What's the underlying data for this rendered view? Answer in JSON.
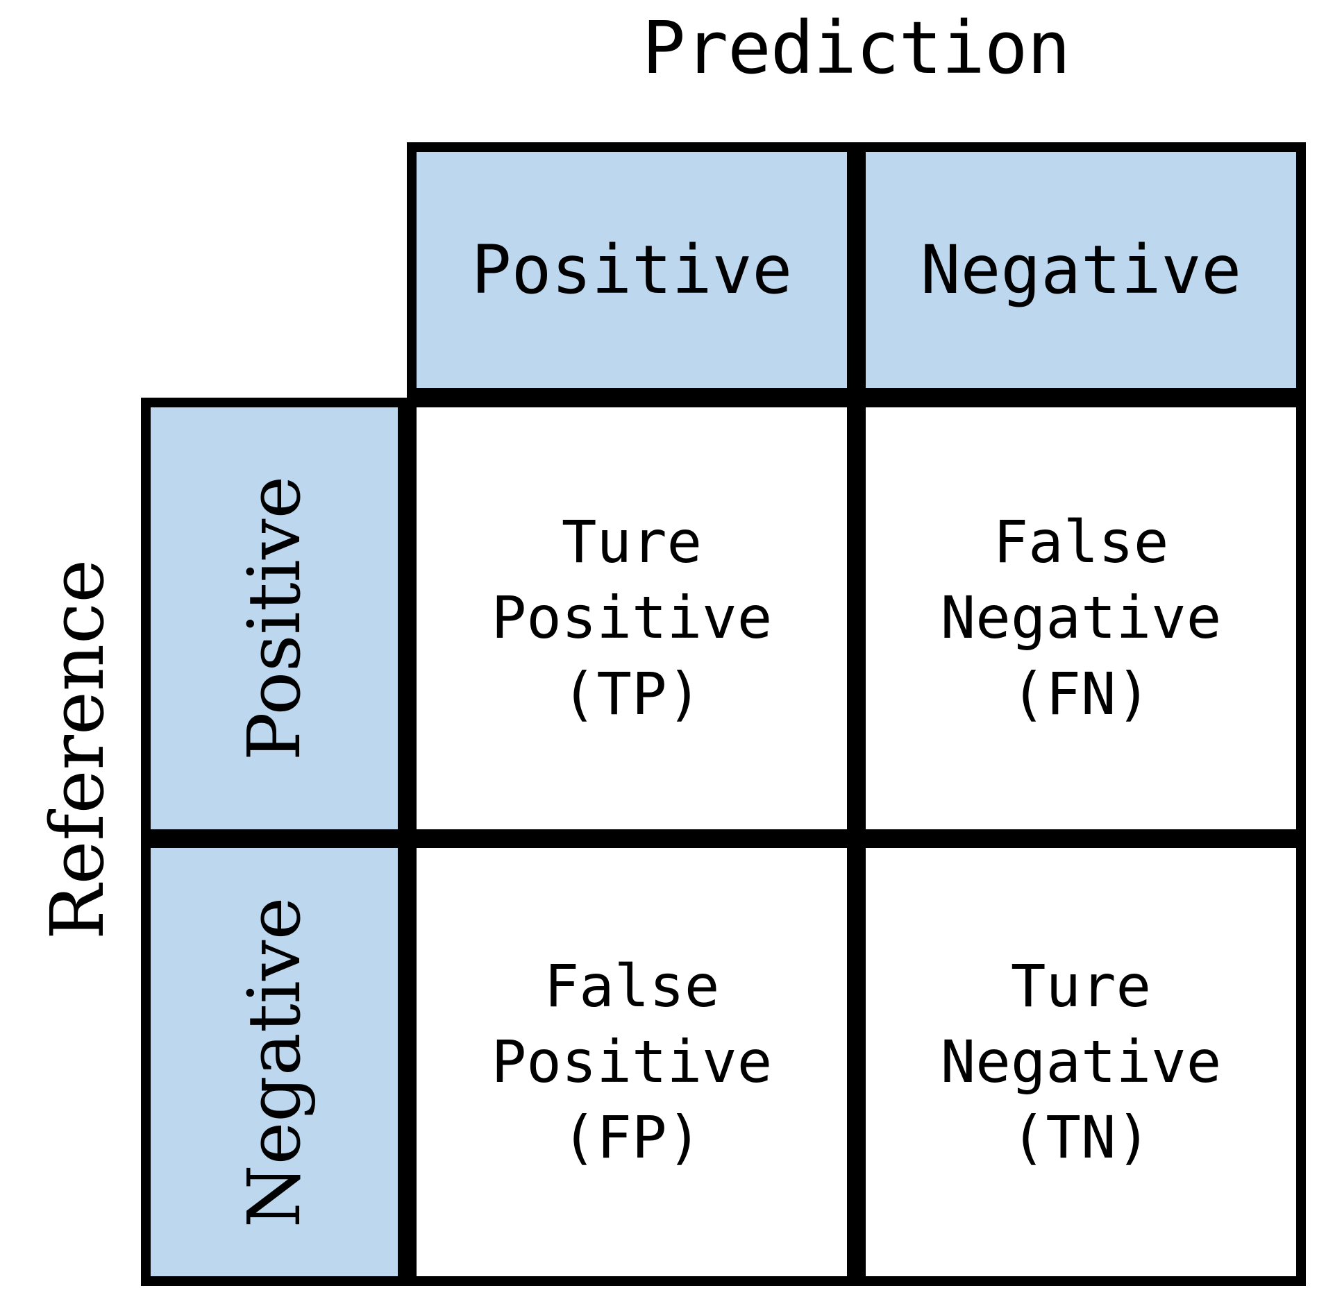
{
  "figure": {
    "type": "confusion-matrix",
    "column_axis_title": "Prediction",
    "row_axis_title": "Reference",
    "colors": {
      "header_fill": "#BDD7EE",
      "cell_fill": "#FFFFFF",
      "border": "#000000",
      "text": "#000000"
    }
  },
  "columns": [
    {
      "label": "Positive"
    },
    {
      "label": "Negative"
    }
  ],
  "rows": [
    {
      "label": "Positive"
    },
    {
      "label": "Negative"
    }
  ],
  "cells": [
    {
      "row": "Positive",
      "column": "Positive",
      "lines": [
        "Ture",
        "Positive",
        "(TP)"
      ],
      "abbreviation": "TP"
    },
    {
      "row": "Positive",
      "column": "Negative",
      "lines": [
        "False",
        "Negative",
        "(FN)"
      ],
      "abbreviation": "FN"
    },
    {
      "row": "Negative",
      "column": "Positive",
      "lines": [
        "False",
        "Positive",
        "(FP)"
      ],
      "abbreviation": "FP"
    },
    {
      "row": "Negative",
      "column": "Negative",
      "lines": [
        "Ture",
        "Negative",
        "(TN)"
      ],
      "abbreviation": "TN"
    }
  ]
}
